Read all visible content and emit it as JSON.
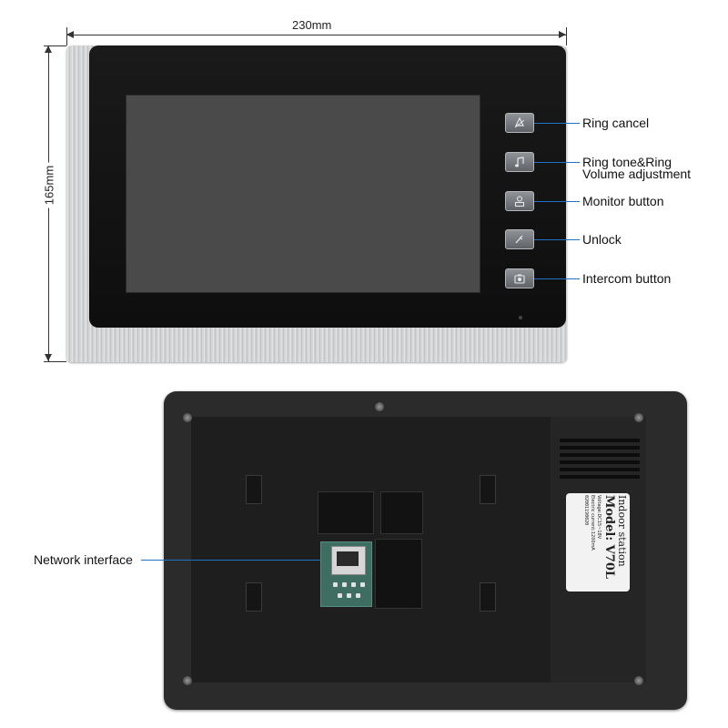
{
  "dimensions": {
    "width_label": "230mm",
    "height_label": "165mm"
  },
  "front_buttons": [
    {
      "name": "ring-cancel",
      "label": "Ring cancel",
      "icon": "bell-cancel-icon"
    },
    {
      "name": "ring-tone",
      "label_line1": "Ring tone&Ring",
      "label_line2": "Volume adjustment",
      "icon": "music-note-icon"
    },
    {
      "name": "monitor",
      "label": "Monitor button",
      "icon": "person-monitor-icon"
    },
    {
      "name": "unlock",
      "label": "Unlock",
      "icon": "key-icon"
    },
    {
      "name": "intercom",
      "label": "Intercom button",
      "icon": "camera-intercom-icon"
    }
  ],
  "back": {
    "network_label": "Network interface",
    "model_label": {
      "line1": "Indoor station",
      "line2": "Model: V70L",
      "line3": "Voltage:DC15~18V",
      "line4": "Electric current:1200mA",
      "line5": "02001190020"
    }
  },
  "colors": {
    "callout": "#1e73c8",
    "frame_black": "#111111",
    "silver": "#d2d4d6",
    "back_body": "#2b2b2b"
  }
}
